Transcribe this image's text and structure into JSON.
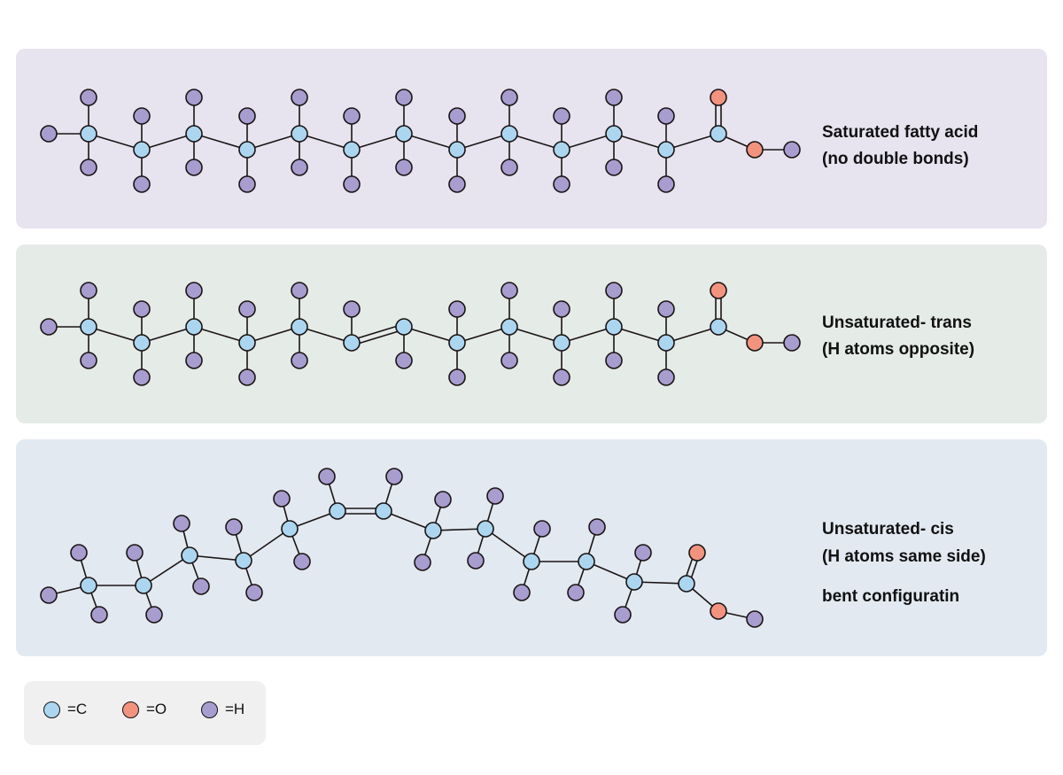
{
  "colors": {
    "carbon": "#acd6f0",
    "oxygen": "#f29380",
    "hydrogen": "#a89dcf"
  },
  "panels": {
    "saturated": {
      "line1": "Saturated fatty acid",
      "line2": "(no double bonds)"
    },
    "trans": {
      "line1": "Unsaturated- trans",
      "line2": "(H atoms opposite)"
    },
    "cis": {
      "line1": "Unsaturated- cis",
      "line2": "(H atoms same side)",
      "line3": "bent configuratin"
    }
  },
  "legend": {
    "carbon": "=C",
    "oxygen": "=O",
    "hydrogen": "=H"
  }
}
